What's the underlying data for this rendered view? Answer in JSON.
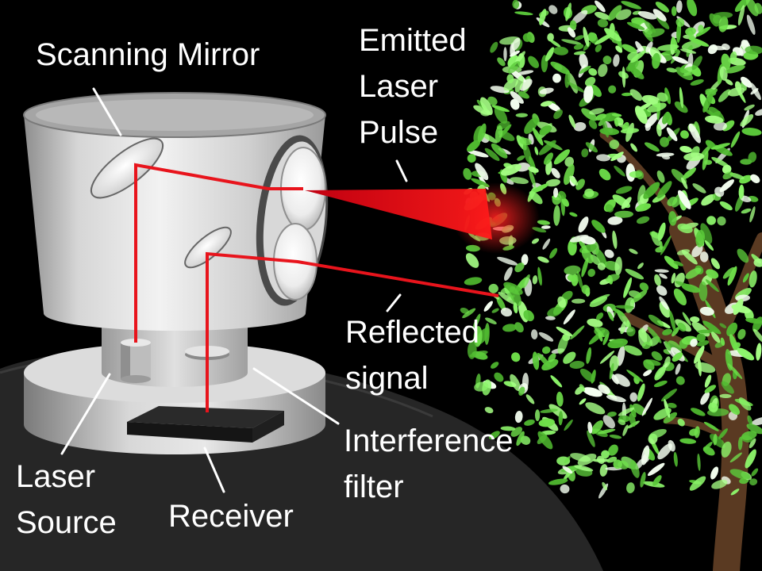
{
  "labels": {
    "scanning_mirror": "Scanning Mirror",
    "emitted": [
      "Emitted",
      "Laser",
      "Pulse"
    ],
    "reflected": [
      "Reflected",
      "signal"
    ],
    "interference": [
      "Interference",
      "filter"
    ],
    "laser_source": [
      "Laser",
      "Source"
    ],
    "receiver": "Receiver"
  },
  "colors": {
    "background": "#000000",
    "laser": "#e8141c",
    "foliage": "#7df25a",
    "trunk": "#5a3a22",
    "housing": "#c9c9c9"
  },
  "icons": {
    "device": "lidar-scanner-illustration",
    "tree": "tree-illustration"
  }
}
